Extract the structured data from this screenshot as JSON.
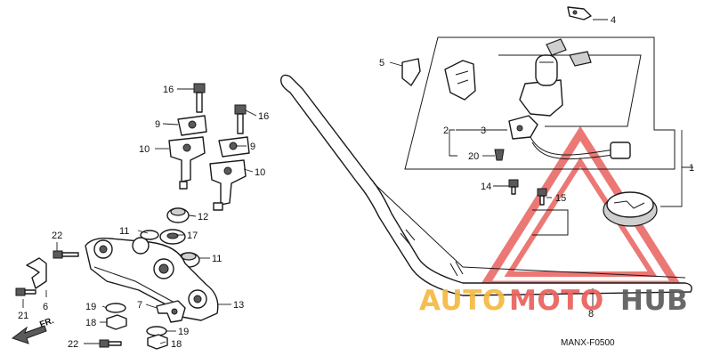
{
  "diagram_code": "MANX-F0500",
  "front_label": "FR.",
  "watermark": {
    "auto": "AUTO",
    "moto": "MOTO",
    "hub": "HUB",
    "color_auto": "#F4B942",
    "color_moto": "#E8615D",
    "color_hub": "#5C5C5C",
    "triangle_color": "#E8615D"
  },
  "callouts": [
    "1",
    "2",
    "3",
    "4",
    "5",
    "6",
    "7",
    "8",
    "9",
    "9",
    "10",
    "10",
    "11",
    "11",
    "12",
    "13",
    "14",
    "15",
    "16",
    "16",
    "17",
    "18",
    "18",
    "19",
    "19",
    "20",
    "21",
    "22",
    "22"
  ]
}
